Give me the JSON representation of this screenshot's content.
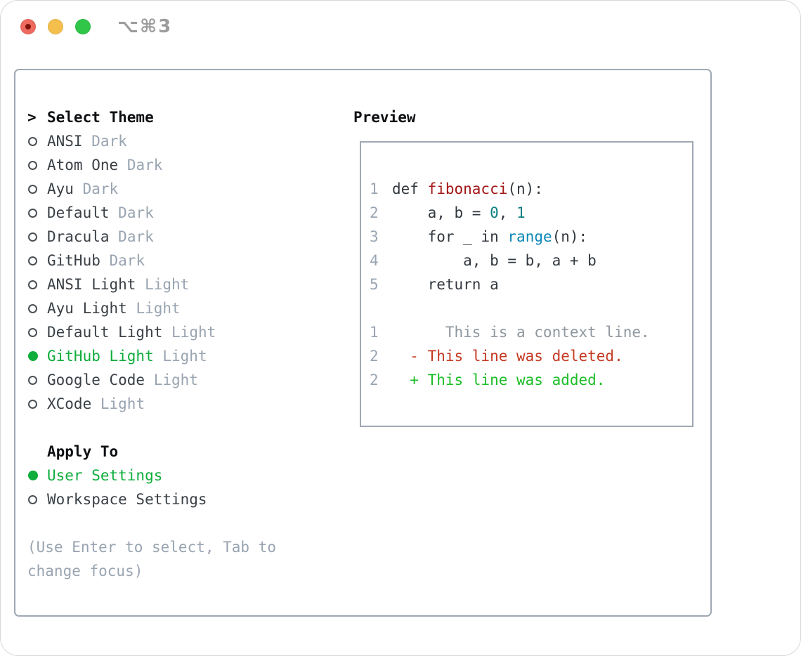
{
  "window": {
    "shortcut_label": "⌥⌘3",
    "traffic_lights": [
      "close",
      "minimize",
      "zoom"
    ]
  },
  "colors": {
    "accent_green": "#0fad3c",
    "diff_red": "#c53a22",
    "diff_green": "#1cbe27",
    "code_function_red": "#a31717",
    "code_number_teal": "#0b7f80",
    "code_builtin_blue": "#0b86b8",
    "muted_gray": "#99a4b1",
    "panel_border": "#9fa9b4",
    "text_dark": "#3a4046"
  },
  "theme_panel": {
    "prompt": ">",
    "title": "Select Theme",
    "items": [
      {
        "name": "ANSI",
        "variant": "Dark",
        "selected": false
      },
      {
        "name": "Atom One",
        "variant": "Dark",
        "selected": false
      },
      {
        "name": "Ayu",
        "variant": "Dark",
        "selected": false
      },
      {
        "name": "Default",
        "variant": "Dark",
        "selected": false
      },
      {
        "name": "Dracula",
        "variant": "Dark",
        "selected": false
      },
      {
        "name": "GitHub",
        "variant": "Dark",
        "selected": false
      },
      {
        "name": "ANSI Light",
        "variant": "Light",
        "selected": false
      },
      {
        "name": "Ayu Light",
        "variant": "Light",
        "selected": false
      },
      {
        "name": "Default Light",
        "variant": "Light",
        "selected": false
      },
      {
        "name": "GitHub Light",
        "variant": "Light",
        "selected": true
      },
      {
        "name": "Google Code",
        "variant": "Light",
        "selected": false
      },
      {
        "name": "XCode",
        "variant": "Light",
        "selected": false
      }
    ],
    "apply_to": {
      "title": "Apply To",
      "options": [
        {
          "label": "User Settings",
          "selected": true
        },
        {
          "label": "Workspace Settings",
          "selected": false
        }
      ]
    },
    "hint_lines": [
      "(Use Enter to select, Tab to",
      "change focus)"
    ]
  },
  "preview": {
    "title": "Preview",
    "lines": [
      {
        "num": "1",
        "tokens": [
          {
            "t": "def ",
            "c": "k"
          },
          {
            "t": "fibonacci",
            "c": "t"
          },
          {
            "t": "(n):",
            "c": "p"
          }
        ]
      },
      {
        "num": "2",
        "tokens": [
          {
            "t": "    a, b = ",
            "c": "p"
          },
          {
            "t": "0",
            "c": "n"
          },
          {
            "t": ", ",
            "c": "p"
          },
          {
            "t": "1",
            "c": "n"
          }
        ]
      },
      {
        "num": "3",
        "tokens": [
          {
            "t": "    ",
            "c": "p"
          },
          {
            "t": "for",
            "c": "k"
          },
          {
            "t": " _ ",
            "c": "p"
          },
          {
            "t": "in",
            "c": "k"
          },
          {
            "t": " ",
            "c": "p"
          },
          {
            "t": "range",
            "c": "b"
          },
          {
            "t": "(n):",
            "c": "p"
          }
        ]
      },
      {
        "num": "4",
        "tokens": [
          {
            "t": "        a, b = b, a + b",
            "c": "p"
          }
        ]
      },
      {
        "num": "5",
        "tokens": [
          {
            "t": "    ",
            "c": "p"
          },
          {
            "t": "return",
            "c": "k"
          },
          {
            "t": " a",
            "c": "p"
          }
        ]
      },
      {
        "blank": true
      },
      {
        "num": "1",
        "tokens": [
          {
            "t": "      This is a context line.",
            "c": "ctx"
          }
        ]
      },
      {
        "num": "2",
        "tokens": [
          {
            "t": "  - This line was deleted.",
            "c": "del"
          }
        ]
      },
      {
        "num": "2",
        "tokens": [
          {
            "t": "  + This line was added.",
            "c": "add"
          }
        ]
      }
    ]
  }
}
